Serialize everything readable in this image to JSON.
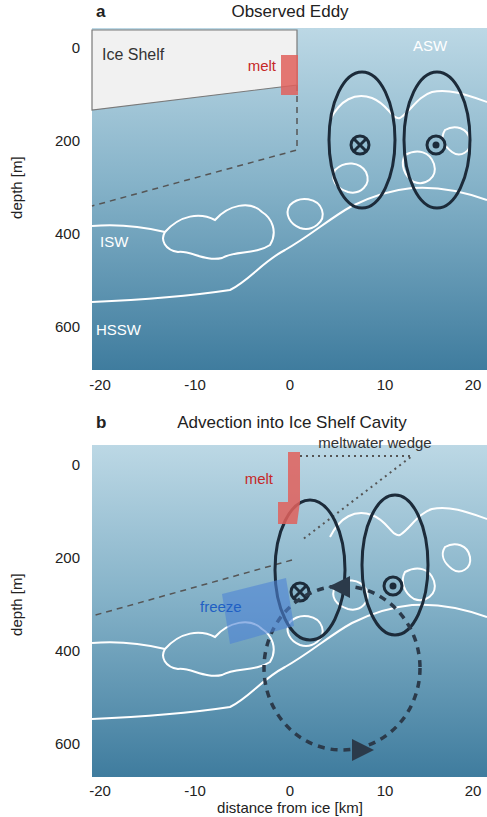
{
  "diagram": {
    "nodes": [
      {
        "text": [
          "Ice Shelf"
        ]
      },
      {
        "text": [
          "melt"
        ]
      },
      {
        "text": [
          "melt"
        ]
      },
      {
        "text": [
          "freeze"
        ]
      }
    ],
    "labels": [
      "a",
      "Observed Eddy",
      "ASW",
      "ISW",
      "HSSW",
      "depth [m]",
      "0",
      "200",
      "400",
      "600",
      "-20",
      "-10",
      "0",
      "10",
      "20",
      "b",
      "Advection into Ice Shelf Cavity",
      "meltwater wedge",
      "depth [m]",
      "0",
      "200",
      "400",
      "600",
      "-20",
      "-10",
      "0",
      "10",
      "20",
      "distance from ice [km]"
    ]
  }
}
